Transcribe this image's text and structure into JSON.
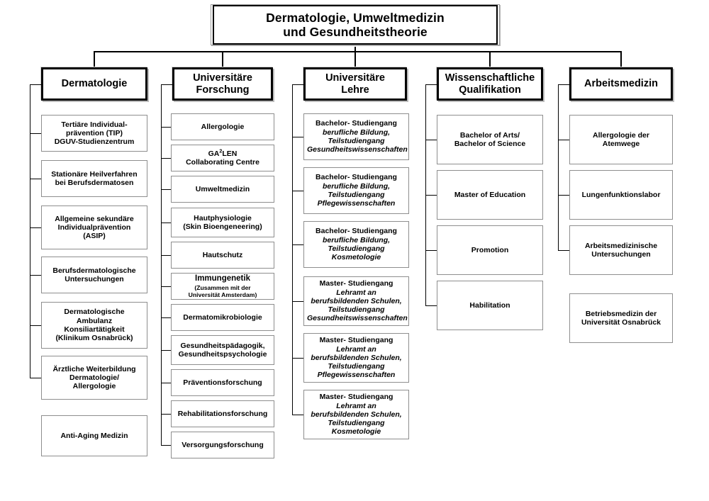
{
  "root": {
    "title_line1": "Dermatologie, Umweltmedizin",
    "title_line2": "und Gesundheitstheorie"
  },
  "columns": [
    {
      "id": "dermatologie",
      "header_line1": "Dermatologie",
      "header_line2": "",
      "items": [
        {
          "lines": [
            {
              "t": "Tertiäre Individual-",
              "s": "reg"
            },
            {
              "t": "prävention (TIP)",
              "s": "reg"
            },
            {
              "t": "DGUV-Studienzentrum",
              "s": "reg"
            }
          ],
          "connected": true
        },
        {
          "lines": [
            {
              "t": "Stationäre Heilverfahren",
              "s": "reg"
            },
            {
              "t": "bei Berufsdermatosen",
              "s": "reg"
            }
          ],
          "connected": true
        },
        {
          "lines": [
            {
              "t": "Allgemeine sekundäre",
              "s": "reg"
            },
            {
              "t": "Individualprävention",
              "s": "reg"
            },
            {
              "t": "(ASIP)",
              "s": "reg"
            }
          ],
          "connected": true
        },
        {
          "lines": [
            {
              "t": "Berufsdermatologische",
              "s": "reg"
            },
            {
              "t": "Untersuchungen",
              "s": "reg"
            }
          ],
          "connected": true
        },
        {
          "lines": [
            {
              "t": "Dermatologische",
              "s": "reg"
            },
            {
              "t": "Ambulanz",
              "s": "reg"
            },
            {
              "t": "Konsiliartätigkeit",
              "s": "reg"
            },
            {
              "t": "(Klinikum Osnabrück)",
              "s": "reg"
            }
          ],
          "connected": true
        },
        {
          "lines": [
            {
              "t": "Ärztliche Weiterbildung",
              "s": "reg"
            },
            {
              "t": "Dermatologie/",
              "s": "reg"
            },
            {
              "t": "Allergologie",
              "s": "reg"
            }
          ],
          "connected": true
        },
        {
          "lines": [
            {
              "t": "Anti-Aging Medizin",
              "s": "reg"
            }
          ],
          "connected": false
        }
      ]
    },
    {
      "id": "universitaere-forschung",
      "header_line1": "Universitäre",
      "header_line2": "Forschung",
      "items": [
        {
          "lines": [
            {
              "t": "Allergologie",
              "s": "reg"
            }
          ],
          "connected": true
        },
        {
          "lines": [
            {
              "t": "GA2LEN",
              "s": "sup2"
            },
            {
              "t": "Collaborating Centre",
              "s": "reg"
            }
          ],
          "connected": true
        },
        {
          "lines": [
            {
              "t": "Umweltmedizin",
              "s": "reg"
            }
          ],
          "connected": true
        },
        {
          "lines": [
            {
              "t": "Hautphysiologie",
              "s": "reg"
            },
            {
              "t": "(Skin Bioengeneering)",
              "s": "reg"
            }
          ],
          "connected": true
        },
        {
          "lines": [
            {
              "t": "Hautschutz",
              "s": "reg"
            }
          ],
          "connected": true
        },
        {
          "lines": [
            {
              "t": "Immungenetik",
              "s": "big"
            },
            {
              "t": "(Zusammen mit der",
              "s": "small"
            },
            {
              "t": "Universität Amsterdam)",
              "s": "small"
            }
          ],
          "connected": true
        },
        {
          "lines": [
            {
              "t": "Dermatomikrobiologie",
              "s": "reg"
            }
          ],
          "connected": true
        },
        {
          "lines": [
            {
              "t": "Gesundheitspädagogik,",
              "s": "reg"
            },
            {
              "t": "Gesundheitspsychologie",
              "s": "reg"
            }
          ],
          "connected": true
        },
        {
          "lines": [
            {
              "t": "Präventionsforschung",
              "s": "reg"
            }
          ],
          "connected": true
        },
        {
          "lines": [
            {
              "t": "Rehabilitationsforschung",
              "s": "reg"
            }
          ],
          "connected": true
        },
        {
          "lines": [
            {
              "t": "Versorgungsforschung",
              "s": "reg"
            }
          ],
          "connected": true
        }
      ]
    },
    {
      "id": "universitaere-lehre",
      "header_line1": "Universitäre",
      "header_line2": "Lehre",
      "items": [
        {
          "lines": [
            {
              "t": "Bachelor- Studiengang",
              "s": "reg"
            },
            {
              "t": "berufliche Bildung,",
              "s": "it"
            },
            {
              "t": "Teilstudiengang",
              "s": "it"
            },
            {
              "t": "Gesundheitswissenschaften",
              "s": "it"
            }
          ],
          "connected": true
        },
        {
          "lines": [
            {
              "t": "Bachelor- Studiengang",
              "s": "reg"
            },
            {
              "t": "berufliche Bildung,",
              "s": "it"
            },
            {
              "t": "Teilstudiengang",
              "s": "it"
            },
            {
              "t": "Pflegewissenschaften",
              "s": "it"
            }
          ],
          "connected": true
        },
        {
          "lines": [
            {
              "t": "Bachelor- Studiengang",
              "s": "reg"
            },
            {
              "t": "berufliche Bildung,",
              "s": "it"
            },
            {
              "t": "Teilstudiengang",
              "s": "it"
            },
            {
              "t": "Kosmetologie",
              "s": "it"
            }
          ],
          "connected": true
        },
        {
          "lines": [
            {
              "t": "Master- Studiengang",
              "s": "reg"
            },
            {
              "t": "Lehramt an",
              "s": "it"
            },
            {
              "t": "berufsbildenden Schulen,",
              "s": "it"
            },
            {
              "t": "Teilstudiengang",
              "s": "it"
            },
            {
              "t": "Gesundheitswissenschaften",
              "s": "it"
            }
          ],
          "connected": true
        },
        {
          "lines": [
            {
              "t": "Master- Studiengang",
              "s": "reg"
            },
            {
              "t": "Lehramt an",
              "s": "it"
            },
            {
              "t": "berufsbildenden Schulen,",
              "s": "it"
            },
            {
              "t": "Teilstudiengang",
              "s": "it"
            },
            {
              "t": "Pflegewissenschaften",
              "s": "it"
            }
          ],
          "connected": true
        },
        {
          "lines": [
            {
              "t": "Master- Studiengang",
              "s": "reg"
            },
            {
              "t": "Lehramt an",
              "s": "it"
            },
            {
              "t": "berufsbildenden Schulen,",
              "s": "it"
            },
            {
              "t": "Teilstudiengang",
              "s": "it"
            },
            {
              "t": "Kosmetologie",
              "s": "it"
            }
          ],
          "connected": true
        }
      ]
    },
    {
      "id": "wissenschaftliche-qualifikation",
      "header_line1": "Wissenschaftliche",
      "header_line2": "Qualifikation",
      "items": [
        {
          "lines": [
            {
              "t": "Bachelor of Arts/",
              "s": "reg"
            },
            {
              "t": "Bachelor of Science",
              "s": "reg"
            }
          ],
          "connected": true
        },
        {
          "lines": [
            {
              "t": "Master of Education",
              "s": "reg"
            }
          ],
          "connected": true
        },
        {
          "lines": [
            {
              "t": "Promotion",
              "s": "reg"
            }
          ],
          "connected": true
        },
        {
          "lines": [
            {
              "t": "Habilitation",
              "s": "reg"
            }
          ],
          "connected": true
        }
      ]
    },
    {
      "id": "arbeitsmedizin",
      "header_line1": "Arbeitsmedizin",
      "header_line2": "",
      "items": [
        {
          "lines": [
            {
              "t": "Allergologie der",
              "s": "reg"
            },
            {
              "t": "Atemwege",
              "s": "reg"
            }
          ],
          "connected": true
        },
        {
          "lines": [
            {
              "t": "Lungenfunktionslabor",
              "s": "reg"
            }
          ],
          "connected": true
        },
        {
          "lines": [
            {
              "t": "Arbeitsmedizinische",
              "s": "reg"
            },
            {
              "t": "Untersuchungen",
              "s": "reg"
            }
          ],
          "connected": true
        },
        {
          "lines": [
            {
              "t": "Betriebsmedizin der",
              "s": "reg"
            },
            {
              "t": "Universität Osnabrück",
              "s": "reg"
            }
          ],
          "connected": false
        }
      ]
    }
  ],
  "colors": {
    "background": "#ffffff",
    "box_fill": "#ffffff",
    "line": "#000000",
    "leaf_border": "#8e8e8e",
    "dept_border": "#000000",
    "shadow": "#bdbdbd"
  }
}
